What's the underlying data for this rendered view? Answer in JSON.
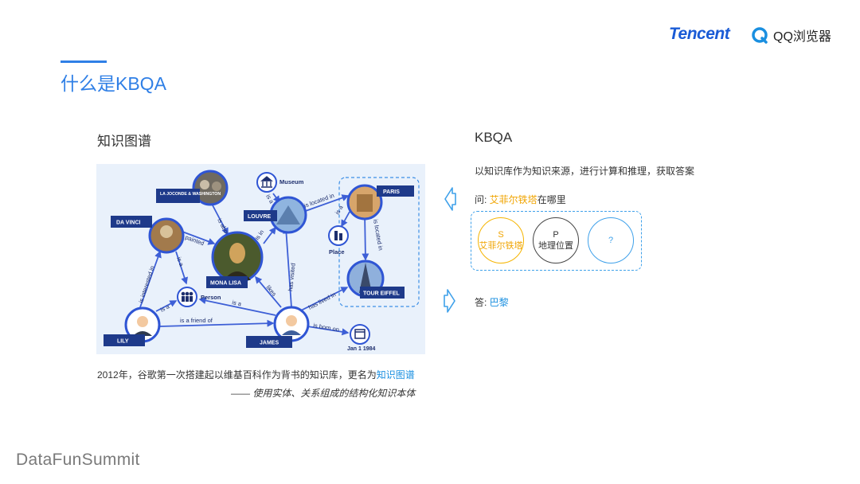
{
  "header": {
    "brand_tencent": "Tencent",
    "brand_qq": "QQ浏览器",
    "page_title": "什么是KBQA"
  },
  "left": {
    "section_title": "知识图谱",
    "caption_prefix": "2012年，谷歌第一次搭建起以维基百科作为背书的知识库，更名为",
    "caption_highlight": "知识图谱",
    "caption_quote": "—— 使用实体、关系组成的结构化知识本体"
  },
  "graph": {
    "nodes": {
      "la_joconde": "LA JOCONDE & WASHINGTON",
      "museum": "Museum",
      "paris": "PARIS",
      "da_vinci": "DA VINCI",
      "louvre": "LOUVRE",
      "place": "Place",
      "mona_lisa": "MONA LISA",
      "tour_eiffel": "TOUR EIFFEL",
      "person": "Person",
      "lily": "LILY",
      "james": "JAMES",
      "date": "Jan 1 1984"
    },
    "edges": {
      "is_about": "is about",
      "is_a_museum": "is a",
      "is_located_in_1": "is located in",
      "is_a_place": "is a",
      "is_located_in_2": "is located in",
      "painted": "painted",
      "is_a_davinci": "is a",
      "is_in": "is in",
      "is_interested_in": "is interested in",
      "has_visited": "has visited",
      "likes": "likes",
      "has_lived_in": "has lived in",
      "is_a_lily": "is a",
      "is_a_james": "is a",
      "is_a_friend_of": "is a friend of",
      "is_born_on": "is born on"
    }
  },
  "right": {
    "section_title": "KBQA",
    "description": "以知识库作为知识来源，进行计算和推理，获取答案",
    "question_prefix": "问: ",
    "question_entity": "艾菲尔铁塔",
    "question_suffix": "在哪里",
    "answer_prefix": "答: ",
    "answer_value": "巴黎",
    "triple": {
      "s_letter": "S",
      "s_value": "艾菲尔铁塔",
      "p_letter": "P",
      "p_value": "地理位置",
      "o_value": "?"
    }
  },
  "footer": {
    "brand": "DataFunSummit"
  },
  "colors": {
    "accent_blue": "#2f7fe6",
    "highlight_orange": "#f0a400",
    "node_navy": "#1e3a8a",
    "edge_blue": "#3d5fd6"
  }
}
